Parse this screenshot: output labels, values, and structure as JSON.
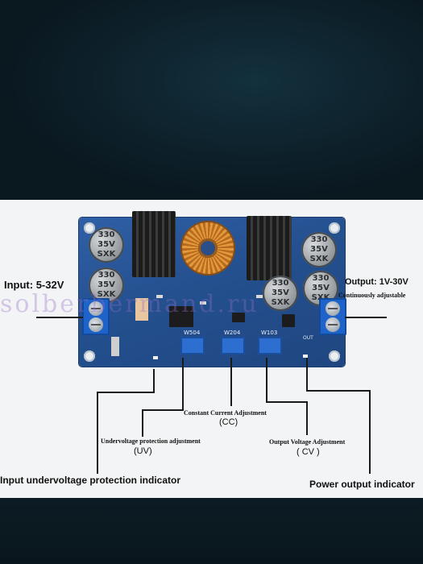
{
  "labels": {
    "input": "Input: 5-32V",
    "output": "Output: 1V-30V",
    "output_note": "Continuously adjustable",
    "cc_title": "Constant Current Adjustment",
    "cc_abbr": "(CC)",
    "uv_title": "Undervoltage protection adjustment",
    "uv_abbr": "(UV)",
    "cv_title": "Output Voltage Adjustment",
    "cv_abbr": "( CV )",
    "input_indicator": "Input undervoltage protection indicator",
    "output_indicator": "Power output indicator"
  },
  "board_marks": {
    "cap1_top": "330",
    "cap1_mid": "35V",
    "cap1_bot": "SXK",
    "cap2_top": "330",
    "cap2_mid": "35V",
    "cap2_bot": "SXK",
    "cap3_top": "330",
    "cap3_mid": "35V",
    "cap3_bot": "SXK",
    "cap4_top": "330",
    "cap4_mid": "35V",
    "cap4_bot": "SXK",
    "pot1": "W504",
    "pot2": "W204",
    "pot3": "W103",
    "silk_out": "OUT"
  },
  "watermark": "solberbermand.ru",
  "colors": {
    "pcb": "#24508f",
    "terminal": "#1d63c9",
    "inductor": "#e39a3c"
  }
}
